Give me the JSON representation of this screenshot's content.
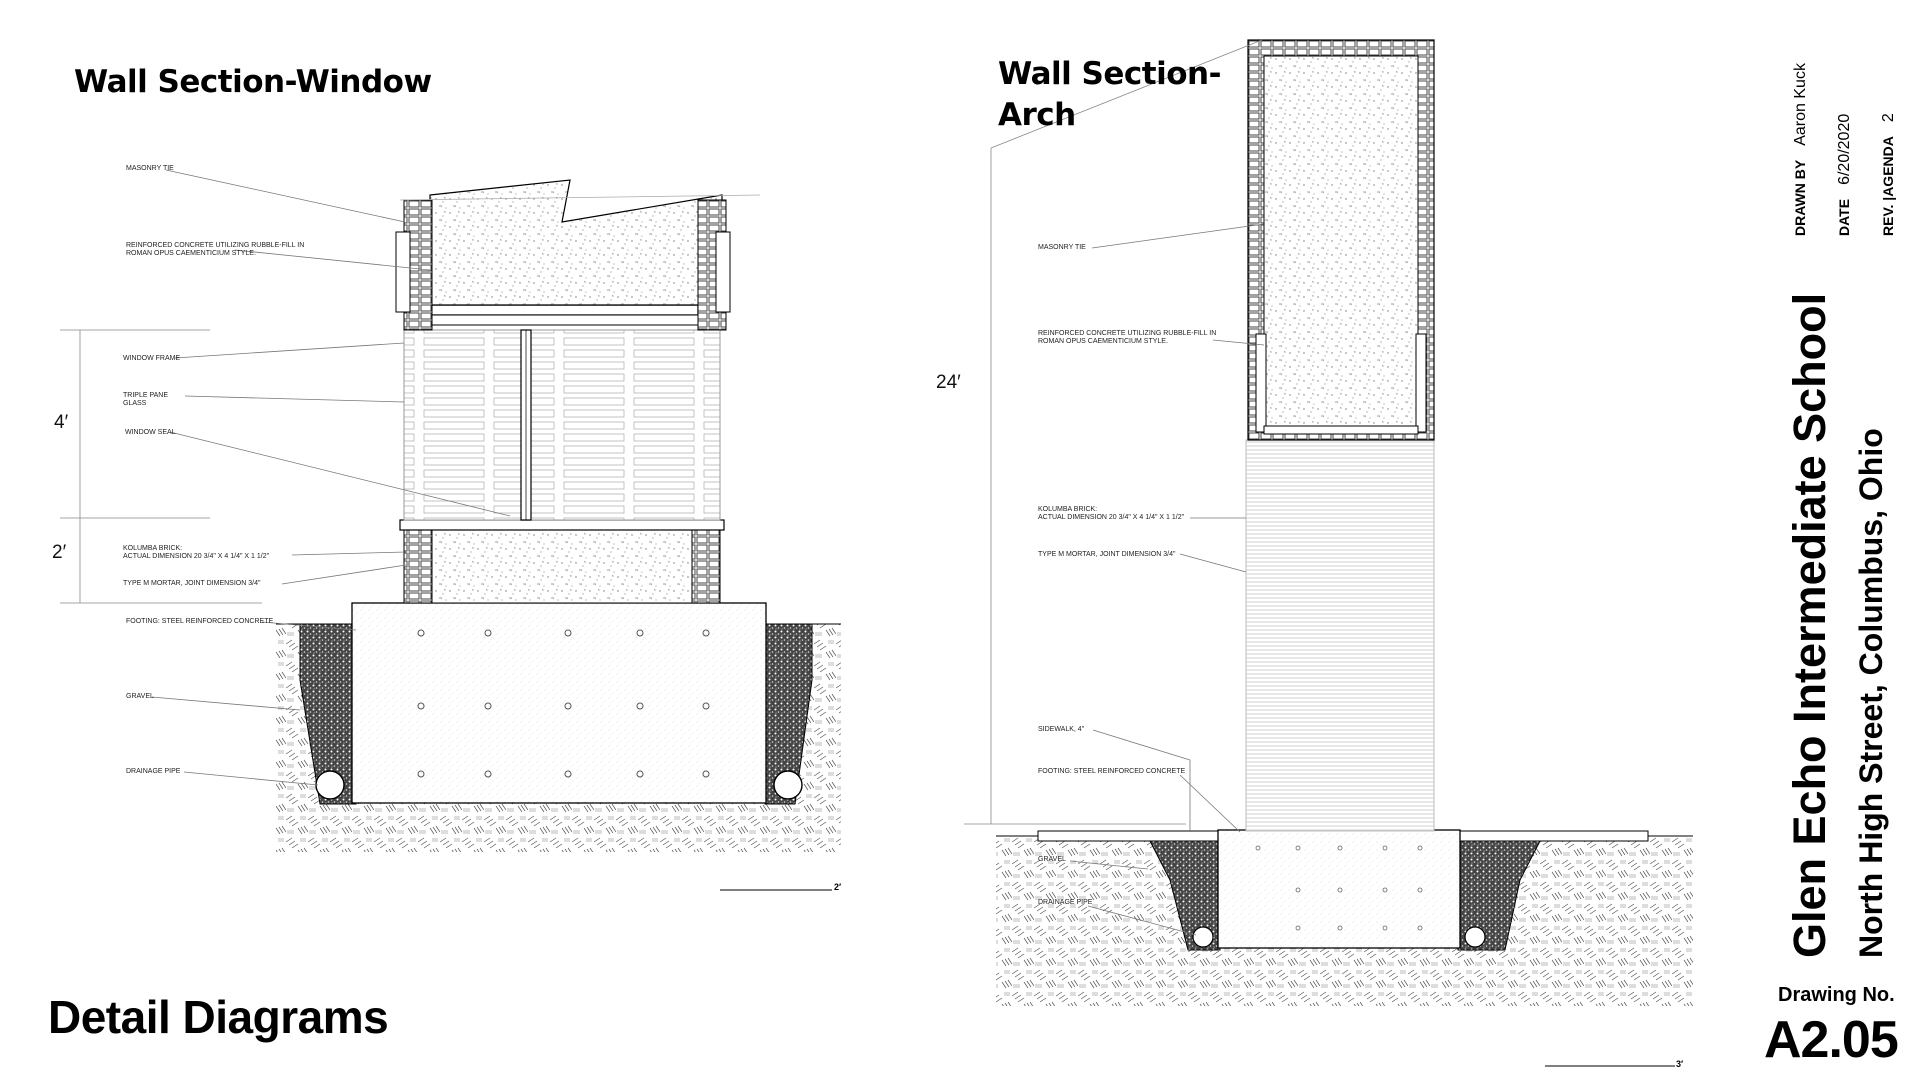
{
  "page_title": "Detail Diagrams",
  "window_section": {
    "title": "Wall Section-Window",
    "notes": [
      "MASONRY TIE",
      "REINFORCED CONCRETE UTILIZING RUBBLE-FILL IN\nROMAN OPUS CAEMENTICIUM STYLE.",
      "WINDOW FRAME",
      "TRIPLE PANE\nGLASS",
      "WINDOW SEAL",
      "KOLUMBA BRICK:\nACTUAL DIMENSION 20 3/4\" x 4 1/4\" x 1 1/2\"",
      "TYPE M MORTAR, JOINT DIMENSION 3/4\"",
      "FOOTING: STEEL REINFORCED CONCRETE",
      "GRAVEL",
      "DRAINAGE PIPE"
    ],
    "dim_upper": "4′",
    "dim_lower": "2′",
    "scale": "2′"
  },
  "arch_section": {
    "title_line1": "Wall Section-",
    "title_line2": "Arch",
    "notes": [
      "MASONRY TIE",
      "REINFORCED CONCRETE UTILIZING RUBBLE-FILL IN\nROMAN OPUS CAEMENTICIUM STYLE.",
      "KOLUMBA BRICK:\nACTUAL DIMENSION 20 3/4\" x 4 1/4\" x 1 1/2\"",
      "TYPE M MORTAR, JOINT DIMENSION 3/4\"",
      "SIDEWALK, 4\"",
      "FOOTING: STEEL REINFORCED CONCRETE",
      "GRAVEL",
      "DRAINAGE PIPE"
    ],
    "dim_height": "24′",
    "scale": "3′"
  },
  "title_block": {
    "drawn_by_label": "DRAWN BY",
    "drawn_by": "Aaron Kuck",
    "date_label": "DATE",
    "date": "6/20/2020",
    "rev_label": "REV. |AGENDA",
    "rev": "2",
    "project_name": "Glen Echo Intermediate School",
    "address": "North High Street, Columbus, Ohio",
    "drawing_no_label": "Drawing No.",
    "drawing_no": "A2.05"
  }
}
